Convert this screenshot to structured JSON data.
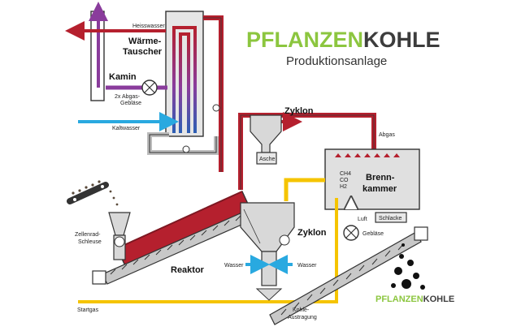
{
  "title": {
    "part1": "PFLANZEN",
    "part2": "KOHLE",
    "subtitle": "Produktionsanlage"
  },
  "logo": {
    "part1": "PFLANZEN",
    "part2": "KOHLE"
  },
  "labels": {
    "heisswasser": "Heisswasser",
    "waermetauscher_1": "Wärme-",
    "waermetauscher_2": "Tauscher",
    "kamin": "Kamin",
    "abgasgeblaese_1": "2x Abgas-",
    "abgasgeblaese_2": "Gebläse",
    "kaltwasser": "Kaltwasser",
    "zyklon_top": "Zyklon",
    "asche": "Asche",
    "abgas": "Abgas",
    "brennkammer_1": "Brenn-",
    "brennkammer_2": "kammer",
    "ch4": "CH4",
    "co": "CO",
    "h2": "H2",
    "luft": "Luft",
    "schlacke": "Schlacke",
    "geblaese": "Gebläse",
    "zellenrad_1": "Zellenrad-",
    "zellenrad_2": "Schleuse",
    "reaktor": "Reaktor",
    "zyklon_bottom": "Zyklon",
    "wasser_left": "Wasser",
    "wasser_right": "Wasser",
    "startgas": "Startgas",
    "kohle_1": "Kohle-",
    "kohle_2": "Austragung"
  },
  "colors": {
    "green": "#8cc63f",
    "dark": "#3c3c3c",
    "hot": "#b5202e",
    "cold": "#29a9e0",
    "gas": "#f5c400",
    "purple": "#8a3c9c",
    "grey": "#bcbcbc"
  }
}
